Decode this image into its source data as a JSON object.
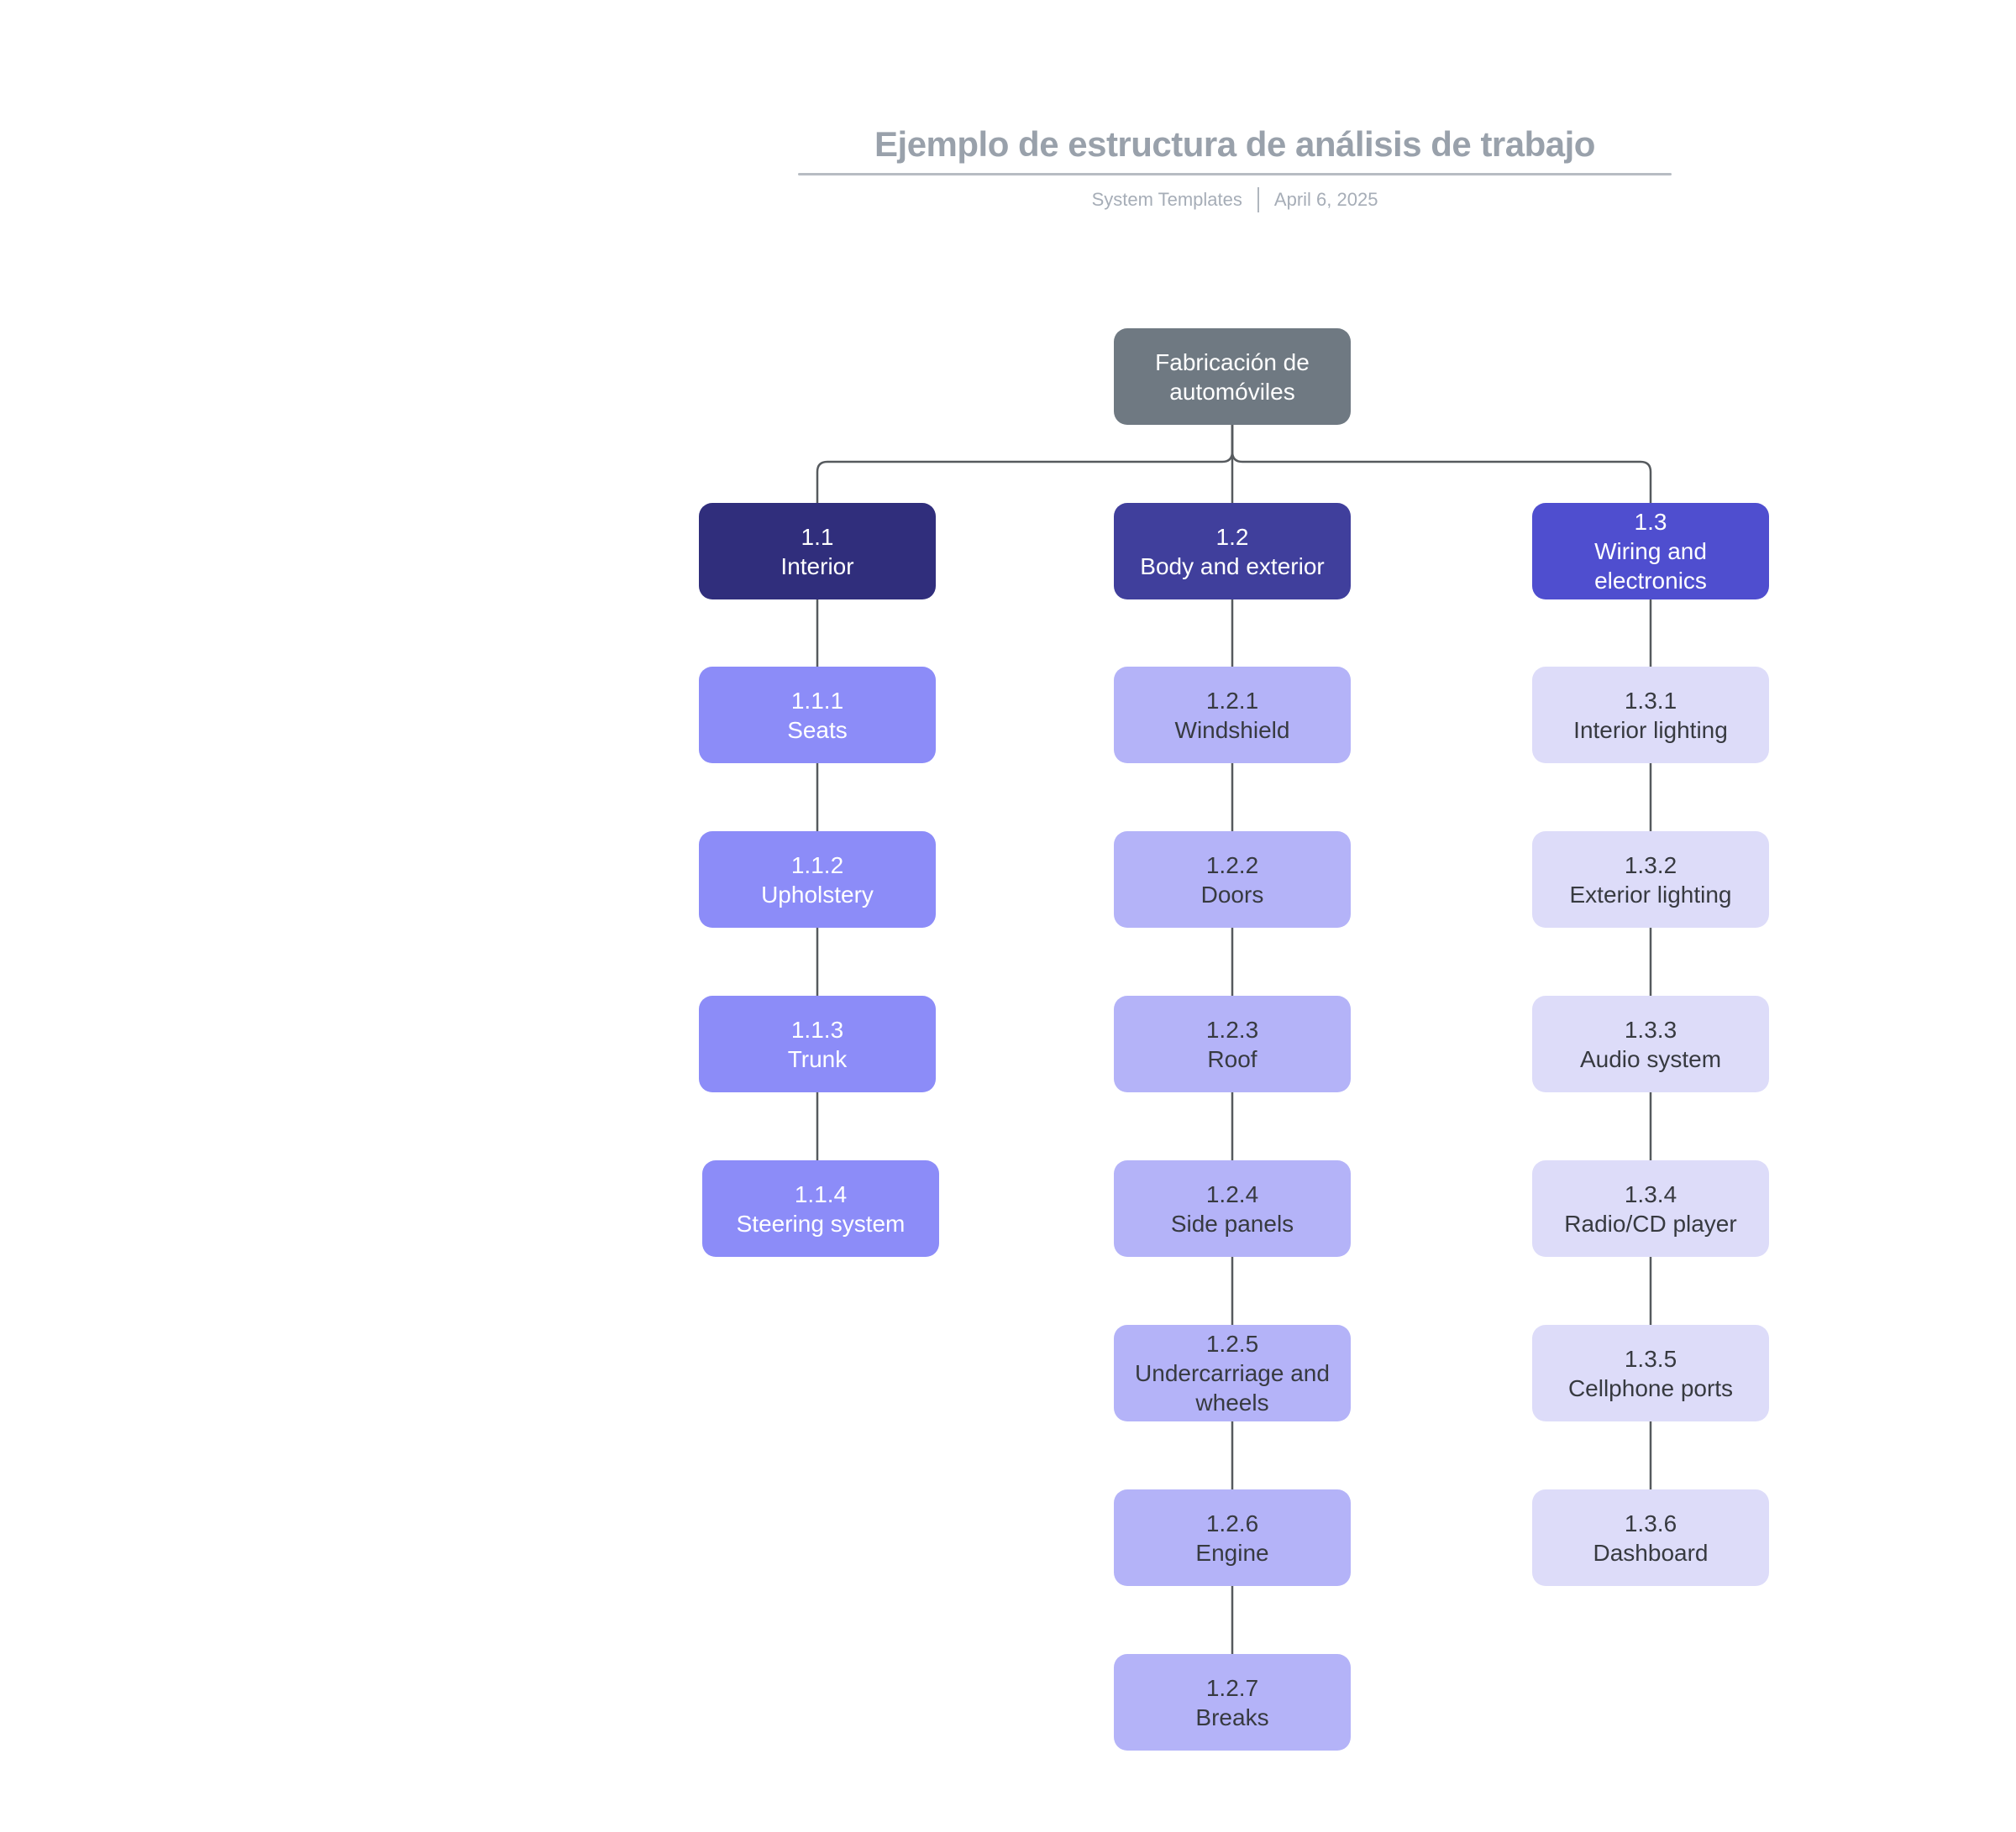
{
  "header": {
    "title": "Ejemplo de estructura de análisis de trabajo",
    "source": "System Templates",
    "date": "April 6, 2025"
  },
  "diagram": {
    "root": {
      "label": "Fabricación de automóviles"
    },
    "branches": [
      {
        "id": "1.1",
        "label": "Interior",
        "children": [
          {
            "id": "1.1.1",
            "label": "Seats"
          },
          {
            "id": "1.1.2",
            "label": "Upholstery"
          },
          {
            "id": "1.1.3",
            "label": "Trunk"
          },
          {
            "id": "1.1.4",
            "label": "Steering system"
          }
        ]
      },
      {
        "id": "1.2",
        "label": "Body and exterior",
        "children": [
          {
            "id": "1.2.1",
            "label": "Windshield"
          },
          {
            "id": "1.2.2",
            "label": "Doors"
          },
          {
            "id": "1.2.3",
            "label": "Roof"
          },
          {
            "id": "1.2.4",
            "label": "Side panels"
          },
          {
            "id": "1.2.5",
            "label": "Undercarriage and wheels"
          },
          {
            "id": "1.2.6",
            "label": "Engine"
          },
          {
            "id": "1.2.7",
            "label": "Breaks"
          }
        ]
      },
      {
        "id": "1.3",
        "label": "Wiring and electronics",
        "children": [
          {
            "id": "1.3.1",
            "label": "Interior lighting"
          },
          {
            "id": "1.3.2",
            "label": "Exterior lighting"
          },
          {
            "id": "1.3.3",
            "label": "Audio system"
          },
          {
            "id": "1.3.4",
            "label": "Radio/CD player"
          },
          {
            "id": "1.3.5",
            "label": "Cellphone ports"
          },
          {
            "id": "1.3.6",
            "label": "Dashboard"
          }
        ]
      }
    ],
    "colors": {
      "root": "#6f7982",
      "branch_1_1": "#302e7c",
      "branch_1_2": "#403f9c",
      "branch_1_3": "#4f4ecf",
      "children_1_1": "#8c8cf8",
      "children_1_2": "#b4b3f8",
      "children_1_3": "#dddcf9",
      "connector": "#565a5e"
    }
  }
}
